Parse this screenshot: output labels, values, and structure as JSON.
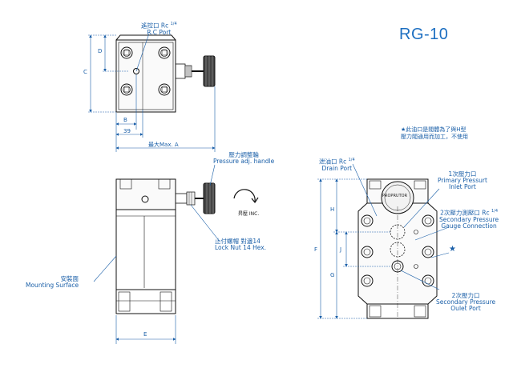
{
  "model_title": "RG-10",
  "note": {
    "line1": "★此油口是閥體為了與H型",
    "line2": "壓力閥通用而加工，不使用"
  },
  "inc_label": "昇壓 INC.",
  "brand": "PROPRUTOR",
  "top_view": {
    "rc_port_zh": "遙控口 Rc",
    "rc_port_frac": "1/4",
    "rc_port_en": "R.C Port",
    "dims": {
      "D": "D",
      "C": "C",
      "B": "B",
      "val39": "39",
      "max_a": "最大Max. A"
    }
  },
  "side_view": {
    "handle_zh": "壓力調整輪",
    "handle_en": "Pressure adj. handle",
    "locknut_zh": "止付螺帽 對邊14",
    "locknut_en": "Lock Nut 14 Hex.",
    "mount_zh": "安裝面",
    "mount_en": "Mounting Surface",
    "dim_e": "E"
  },
  "right_view": {
    "drain_zh": "泄油口 Rc",
    "drain_frac": "1/4",
    "drain_en": "Drain Port",
    "primary_zh": "1次壓力口",
    "primary_en1": "Primary Pressurt",
    "primary_en2": "Inlet Port",
    "gauge_zh": "2次壓力測壓口 Rc",
    "gauge_frac": "1/4",
    "gauge_en1": "Secondary Pressure",
    "gauge_en2": "Gauge Connection",
    "star": "★",
    "outlet_zh": "2次壓力口",
    "outlet_en1": "Secondary Pressure",
    "outlet_en2": "Oulet Port",
    "dims": {
      "H": "H",
      "F": "F",
      "J": "J",
      "G": "G"
    }
  }
}
